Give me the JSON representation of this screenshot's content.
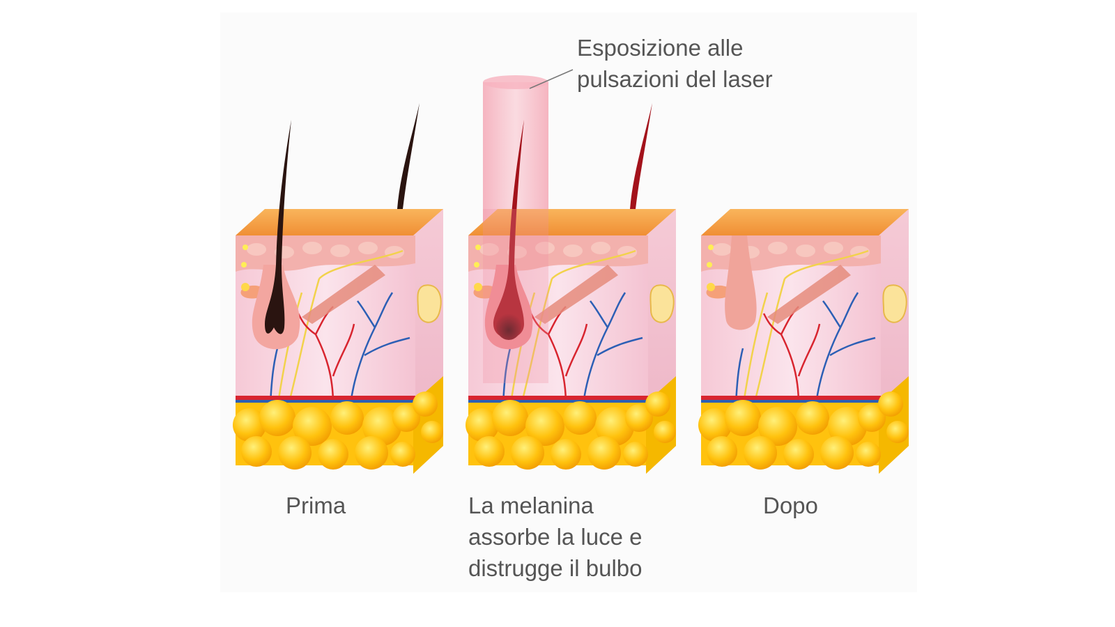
{
  "annotation": {
    "laser_lines": [
      "Esposizione alle",
      "pulsazioni del laser"
    ]
  },
  "panels": [
    {
      "id": "before",
      "caption_lines": [
        "Prima"
      ]
    },
    {
      "id": "during",
      "caption_lines": [
        "La melanina",
        "assorbe la luce e",
        "distrugge il bulbo"
      ]
    },
    {
      "id": "after",
      "caption_lines": [
        "Dopo"
      ]
    }
  ],
  "colors": {
    "skin_top": "#f5a64a",
    "epidermis": "#f3b8b0",
    "dermis": "#f8dbe4",
    "fat": "#ffc20e",
    "hair": "#2a1410",
    "hair_burned": "#a3121b",
    "laser_beam": "#f59aa8",
    "artery": "#d8252f",
    "vein": "#2c5fb5",
    "nerve": "#f2d24b",
    "caption_text": "#555555"
  }
}
